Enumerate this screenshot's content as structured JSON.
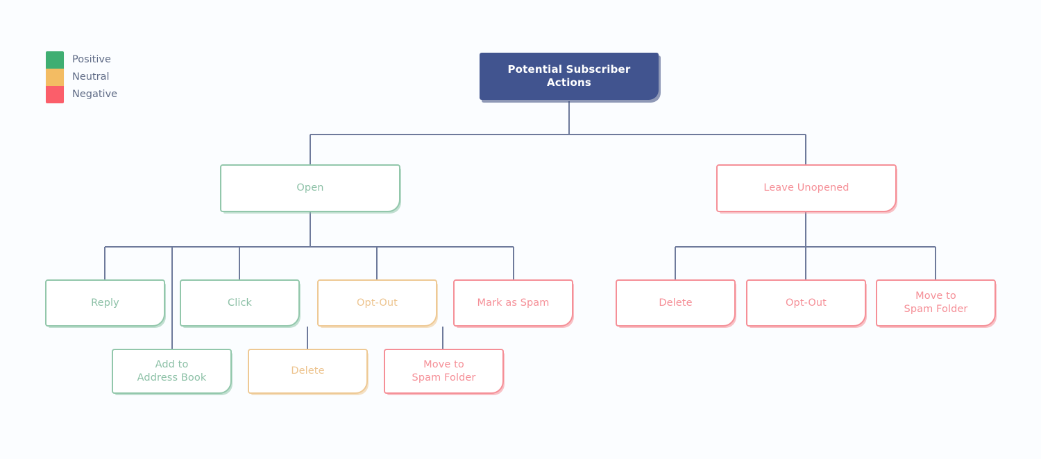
{
  "diagram": {
    "title": "Potential Subscriber Actions",
    "background_color": "#fbfdff",
    "connector_color": "#6e7a9b",
    "root_fill_color": "#41548f",
    "root_text_color": "#ffffff"
  },
  "legend": {
    "items": [
      {
        "label": "Positive",
        "color": "#3fae72",
        "category": "positive"
      },
      {
        "label": "Neutral",
        "color": "#f3bc63",
        "category": "neutral"
      },
      {
        "label": "Negative",
        "color": "#fb5e6a",
        "category": "negative"
      }
    ]
  },
  "nodes": {
    "root": {
      "label": "Potential Subscriber Actions",
      "category": "root"
    },
    "open": {
      "label": "Open",
      "category": "positive"
    },
    "leave_unopened": {
      "label": "Leave Unopened",
      "category": "negative"
    },
    "reply": {
      "label": "Reply",
      "category": "positive"
    },
    "click": {
      "label": "Click",
      "category": "positive"
    },
    "opt_out_open": {
      "label": "Opt-Out",
      "category": "neutral"
    },
    "mark_as_spam": {
      "label": "Mark as Spam",
      "category": "negative"
    },
    "add_to_address_book": {
      "label": "Add to\nAddress Book",
      "category": "positive"
    },
    "delete_open": {
      "label": "Delete",
      "category": "neutral"
    },
    "move_to_spam_open": {
      "label": "Move to\nSpam Folder",
      "category": "negative"
    },
    "delete_unopened": {
      "label": "Delete",
      "category": "negative"
    },
    "opt_out_unopened": {
      "label": "Opt-Out",
      "category": "negative"
    },
    "move_to_spam_unopened": {
      "label": "Move to\nSpam Folder",
      "category": "negative"
    }
  },
  "tree": {
    "root": "Potential Subscriber Actions",
    "children": [
      {
        "label": "Open",
        "category": "positive",
        "children": [
          {
            "label": "Reply",
            "category": "positive",
            "children": [
              {
                "label": "Add to Address Book",
                "category": "positive"
              }
            ]
          },
          {
            "label": "Click",
            "category": "positive",
            "children": [
              {
                "label": "Add to Address Book",
                "category": "positive"
              }
            ]
          },
          {
            "label": "Opt-Out",
            "category": "neutral",
            "children": [
              {
                "label": "Delete",
                "category": "neutral"
              }
            ]
          },
          {
            "label": "Mark as Spam",
            "category": "negative",
            "children": [
              {
                "label": "Move to Spam Folder",
                "category": "negative"
              }
            ]
          }
        ]
      },
      {
        "label": "Leave Unopened",
        "category": "negative",
        "children": [
          {
            "label": "Delete",
            "category": "negative"
          },
          {
            "label": "Opt-Out",
            "category": "negative"
          },
          {
            "label": "Move to Spam Folder",
            "category": "negative"
          }
        ]
      }
    ]
  }
}
